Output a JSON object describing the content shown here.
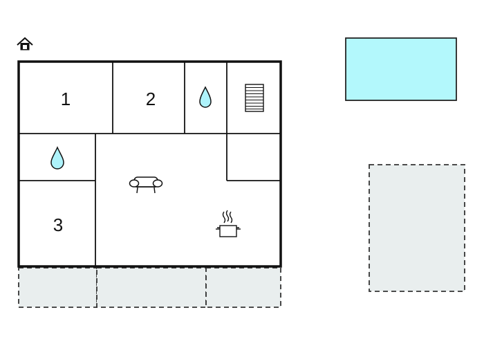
{
  "colors": {
    "wall": "#111111",
    "water": "#aef3fb",
    "pool": "#b3f8fc",
    "terrace": "#e9eeee",
    "background": "#ffffff"
  },
  "rooms": [
    {
      "name": "bedroom-1",
      "label": "1"
    },
    {
      "name": "bedroom-2",
      "label": "2"
    },
    {
      "name": "bedroom-3",
      "label": "3"
    }
  ],
  "icons": {
    "entrance": "house-entrance-icon",
    "bathroom_top": "water-drop-icon",
    "bathroom_left": "water-drop-icon",
    "stairs": "stairs-icon",
    "living": "sofa-icon",
    "kitchen": "cooking-pot-icon"
  },
  "outdoor": {
    "pool": "pool",
    "terraces": [
      "terrace-left",
      "terrace-middle",
      "terrace-right"
    ],
    "garden": "garden-area"
  }
}
